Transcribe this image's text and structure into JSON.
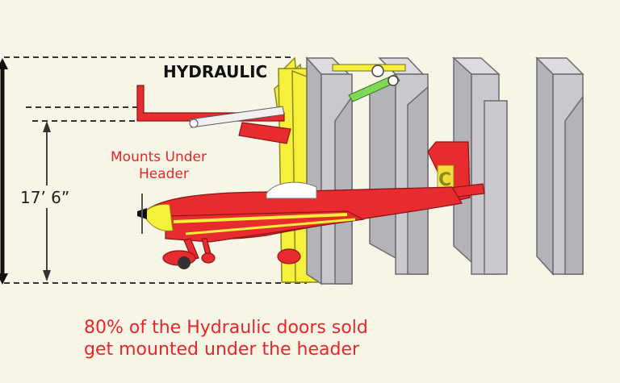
{
  "diagram": {
    "title": "HYDRAULIC",
    "mount_label_line1": "Mounts Under",
    "mount_label_line2": "Header",
    "height_label": "17’ 6”",
    "caption_line1": "80% of the Hydraulic doors sold",
    "caption_line2": "get mounted under the header"
  },
  "colors": {
    "background": "#f7f5e6",
    "accent_red": "#e8262a",
    "door_yellow": "#f6f03a",
    "pillar_gray": "#c9c9cd",
    "cylinder_green": "#7ed957"
  },
  "icons": [
    "height-arrow-icon",
    "hydraulic-cylinder-icon",
    "airplane-icon"
  ]
}
